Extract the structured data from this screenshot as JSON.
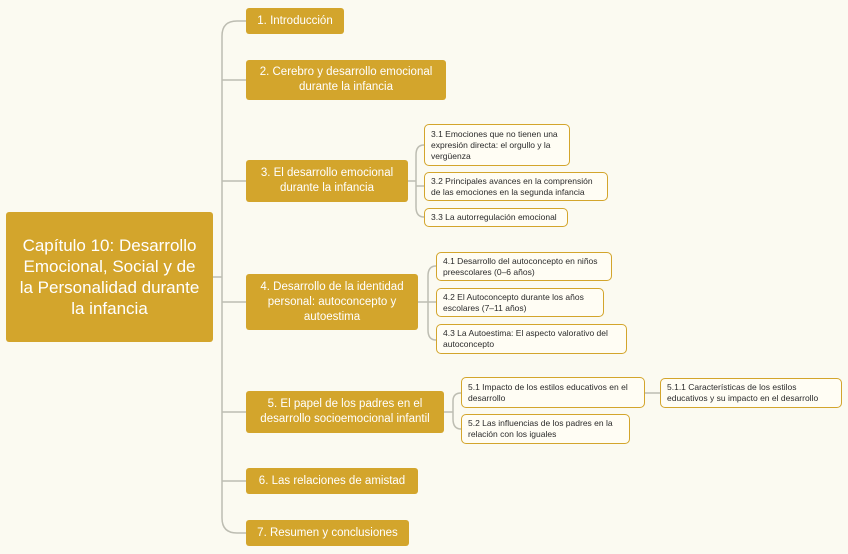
{
  "root": "Capítulo 10: Desarrollo Emocional, Social y de la Personalidad durante la infancia",
  "sections": [
    {
      "title": "1. Introducción",
      "children": []
    },
    {
      "title": "2. Cerebro y desarrollo emocional durante la infancia",
      "children": []
    },
    {
      "title": "3. El desarrollo emocional durante la infancia",
      "children": [
        {
          "title": "3.1 Emociones que no tienen una expresión directa: el orgullo y la vergüenza",
          "children": []
        },
        {
          "title": "3.2 Principales avances en la comprensión de las emociones en la segunda infancia",
          "children": []
        },
        {
          "title": "3.3 La autorregulación emocional",
          "children": []
        }
      ]
    },
    {
      "title": "4. Desarrollo de la identidad personal: autoconcepto y autoestima",
      "children": [
        {
          "title": "4.1 Desarrollo del autoconcepto en niños preescolares (0–6 años)",
          "children": []
        },
        {
          "title": "4.2 El Autoconcepto durante los años escolares (7–11 años)",
          "children": []
        },
        {
          "title": "4.3 La Autoestima: El aspecto valorativo del autoconcepto",
          "children": []
        }
      ]
    },
    {
      "title": "5. El papel de los padres en el desarrollo socioemocional infantil",
      "children": [
        {
          "title": "5.1 Impacto de los estilos educativos en el desarrollo",
          "children": [
            {
              "title": "5.1.1 Características de los estilos educativos y su impacto en el desarrollo"
            }
          ]
        },
        {
          "title": "5.2 Las influencias de los padres en la relación con los iguales",
          "children": []
        }
      ]
    },
    {
      "title": "6. Las relaciones de amistad",
      "children": []
    },
    {
      "title": "7. Resumen y conclusiones",
      "children": []
    }
  ],
  "colors": {
    "node_fill": "#d3a52c",
    "connector": "#bdbdb2",
    "background": "#fbfaf1"
  }
}
